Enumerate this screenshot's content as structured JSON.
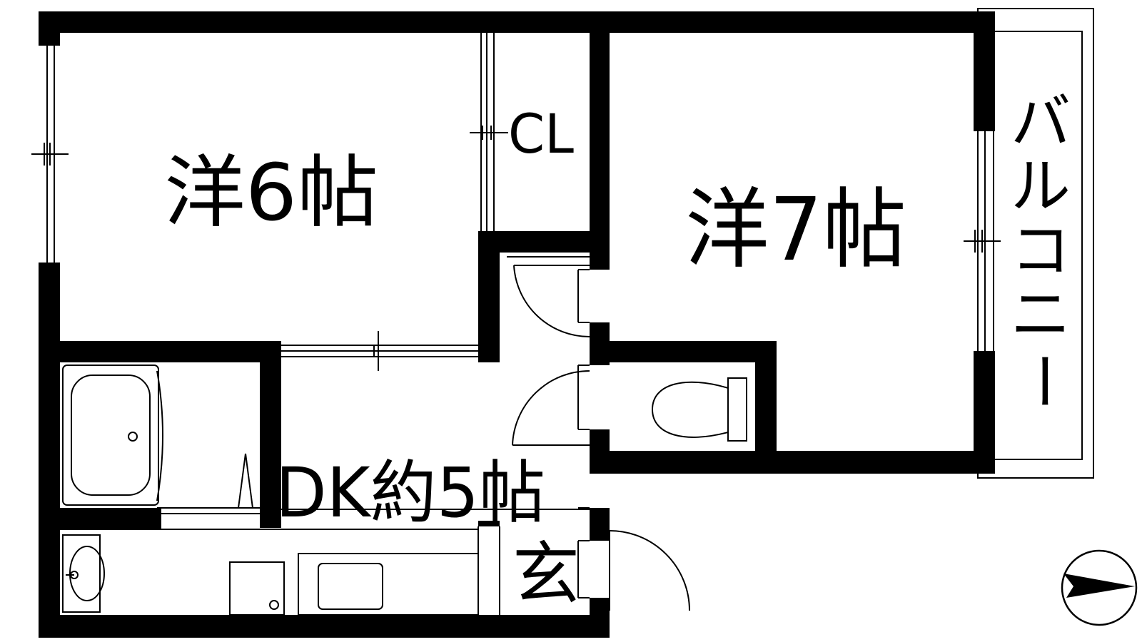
{
  "rooms": {
    "western_6": "洋6帖",
    "western_7": "洋7帖",
    "closet": "CL",
    "dining_kitchen": "DK約5帖",
    "entrance": "玄"
  },
  "balcony": {
    "label": [
      "バ",
      "ル",
      "コ",
      "ニ",
      "ー"
    ]
  },
  "compass": {
    "direction": "east"
  },
  "colors": {
    "wall": "#000000",
    "background": "#ffffff"
  }
}
